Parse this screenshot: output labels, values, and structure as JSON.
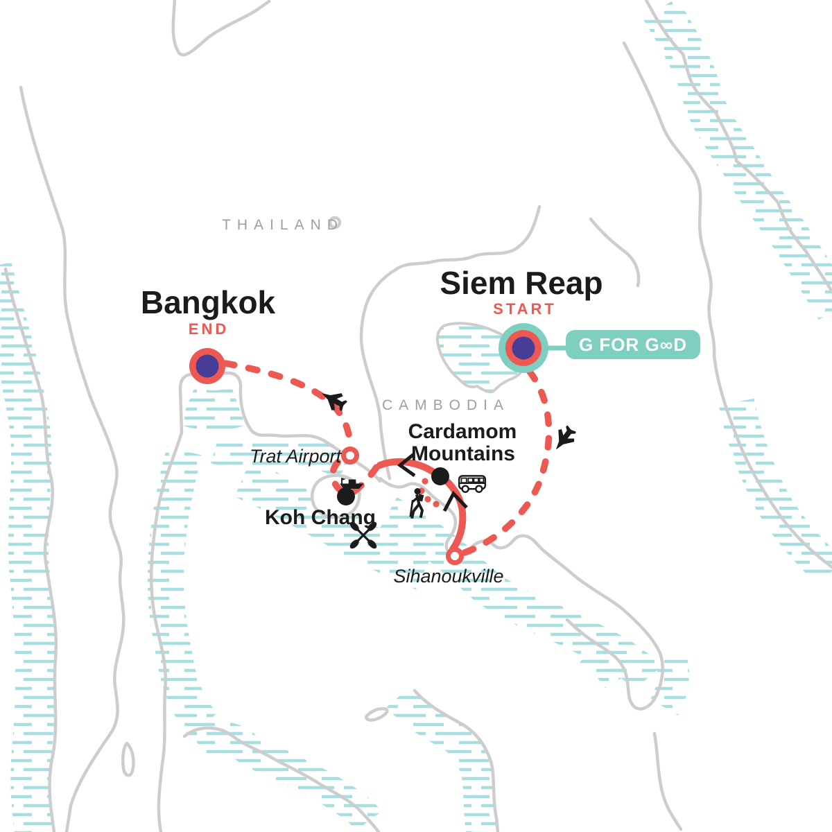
{
  "countries": [
    {
      "label": "THAILAND"
    },
    {
      "label": "CAMBODIA"
    }
  ],
  "locations": {
    "siem_reap": {
      "name": "Siem Reap",
      "tag": "START",
      "marker": "start-bullseye"
    },
    "bangkok": {
      "name": "Bangkok",
      "tag": "END",
      "marker": "end-dot"
    },
    "cardamom": {
      "line1": "Cardamom",
      "line2": "Mountains",
      "marker": "black-dot"
    },
    "koh_chang": {
      "name": "Koh Chang",
      "marker": "black-dot"
    },
    "trat_airport": {
      "name": "Trat Airport",
      "marker": "open-circle"
    },
    "sihanoukville": {
      "name": "Sihanoukville",
      "marker": "open-circle"
    }
  },
  "badge": {
    "label": "G FOR GOOD",
    "display": "G FOR G∞D"
  },
  "route": {
    "segments": [
      {
        "from": "Siem Reap",
        "to": "Sihanoukville",
        "style": "dashed",
        "icon": "plane"
      },
      {
        "from": "Sihanoukville",
        "to": "Cardamom Mountains",
        "style": "solid",
        "icon": "bus"
      },
      {
        "from": "Cardamom Mountains",
        "to": "Koh Chang",
        "style": "solid-then-dashed",
        "icon": "boat"
      },
      {
        "from": "Koh Chang",
        "to": "Trat Airport",
        "style": "dashed",
        "icon": null
      },
      {
        "from": "Trat Airport",
        "to": "Bangkok",
        "style": "dashed",
        "icon": "plane"
      }
    ],
    "activity_icons": [
      {
        "at": "Cardamom Mountains",
        "icon": "hiker"
      },
      {
        "at": "Koh Chang",
        "icon": "paddles"
      }
    ]
  },
  "colors": {
    "route_red": "#EC5852",
    "marker_purple": "#473D96",
    "brand_teal": "#7ECFC0",
    "water_hatch": "#A7DEE2",
    "coastline_gray": "#CDCDCD",
    "country_label_gray": "#9AA0A4",
    "icon_black": "#1b1b1b"
  }
}
